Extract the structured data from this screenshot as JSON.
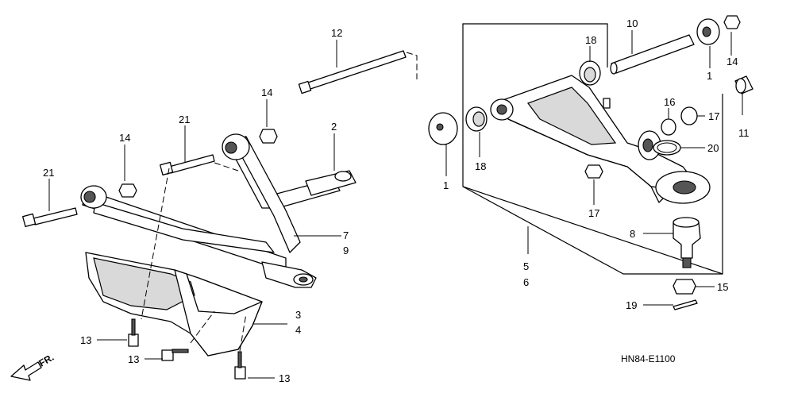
{
  "diagram_code": "HN84-E1100",
  "direction_label": "FR.",
  "callouts": {
    "c12": "12",
    "c10": "10",
    "c14a": "14",
    "c14b": "14",
    "c14c": "14",
    "c18a": "18",
    "c18b": "18",
    "c1a": "1",
    "c1b": "1",
    "c16": "16",
    "c17a": "17",
    "c17b": "17",
    "c11": "11",
    "c20": "20",
    "c21a": "21",
    "c21b": "21",
    "c2": "2",
    "c7": "7",
    "c9": "9",
    "c3": "3",
    "c4": "4",
    "c13a": "13",
    "c13b": "13",
    "c13c": "13",
    "c5": "5",
    "c6": "6",
    "c8": "8",
    "c15": "15",
    "c19": "19"
  }
}
